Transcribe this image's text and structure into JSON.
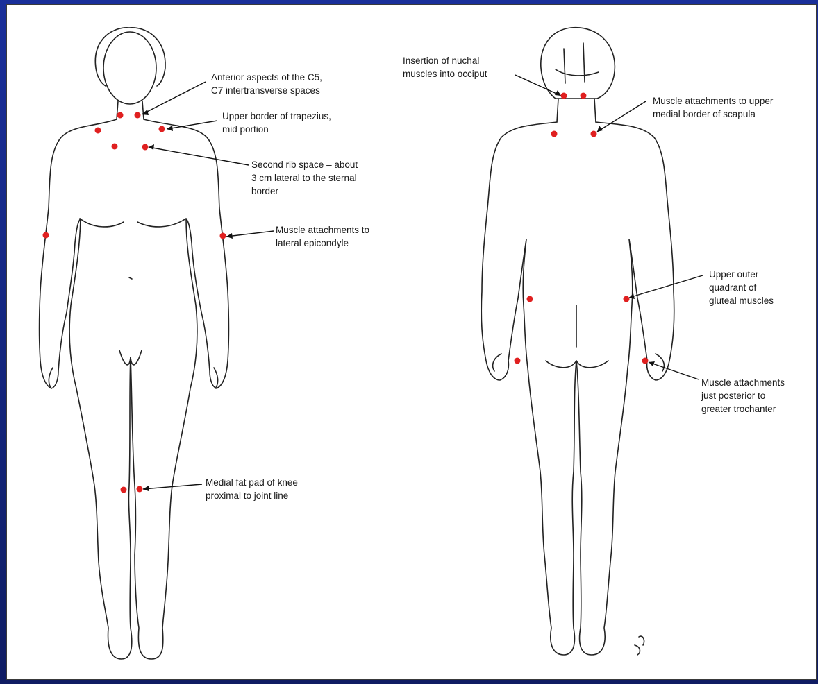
{
  "accent_colors": {
    "background": "#1a2f9a",
    "marker": "#e02020",
    "line": "#111111"
  },
  "figures": {
    "front": {
      "view": "anterior"
    },
    "back": {
      "view": "posterior"
    }
  },
  "annotations": [
    {
      "id": "c5-c7",
      "text": "Anterior aspects of the C5,\nC7 intertransverse spaces"
    },
    {
      "id": "trapezius",
      "text": "Upper border of trapezius,\nmid portion"
    },
    {
      "id": "second-rib",
      "text": "Second rib space – about\n3 cm lateral to the sternal\nborder"
    },
    {
      "id": "epicondyle",
      "text": "Muscle attachments to\nlateral epicondyle"
    },
    {
      "id": "knee",
      "text": "Medial fat pad of knee\nproximal to joint line"
    },
    {
      "id": "occiput",
      "text": "Insertion of nuchal\nmuscles into occiput"
    },
    {
      "id": "scapula",
      "text": "Muscle attachments to upper\nmedial border of scapula"
    },
    {
      "id": "gluteal",
      "text": "Upper outer\nquadrant of\ngluteal muscles"
    },
    {
      "id": "trochanter",
      "text": "Muscle attachments\njust posterior to\ngreater trochanter"
    }
  ]
}
